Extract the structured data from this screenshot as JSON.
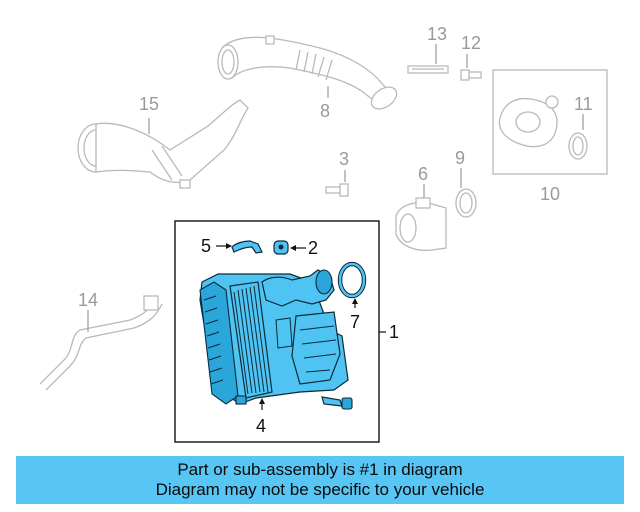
{
  "callouts": {
    "c1": "1",
    "c2": "2",
    "c3": "3",
    "c4": "4",
    "c5": "5",
    "c6": "6",
    "c7": "7",
    "c8": "8",
    "c9": "9",
    "c10": "10",
    "c11": "11",
    "c12": "12",
    "c13": "13",
    "c14": "14",
    "c15": "15"
  },
  "banner": {
    "line1": "Part or sub-assembly is #1 in diagram",
    "line2": "Diagram may not be specific to your vehicle"
  },
  "colors": {
    "highlight": "#4fc4f2",
    "banner_bg": "#58c6f5",
    "ghost": "#b9b9b9"
  }
}
